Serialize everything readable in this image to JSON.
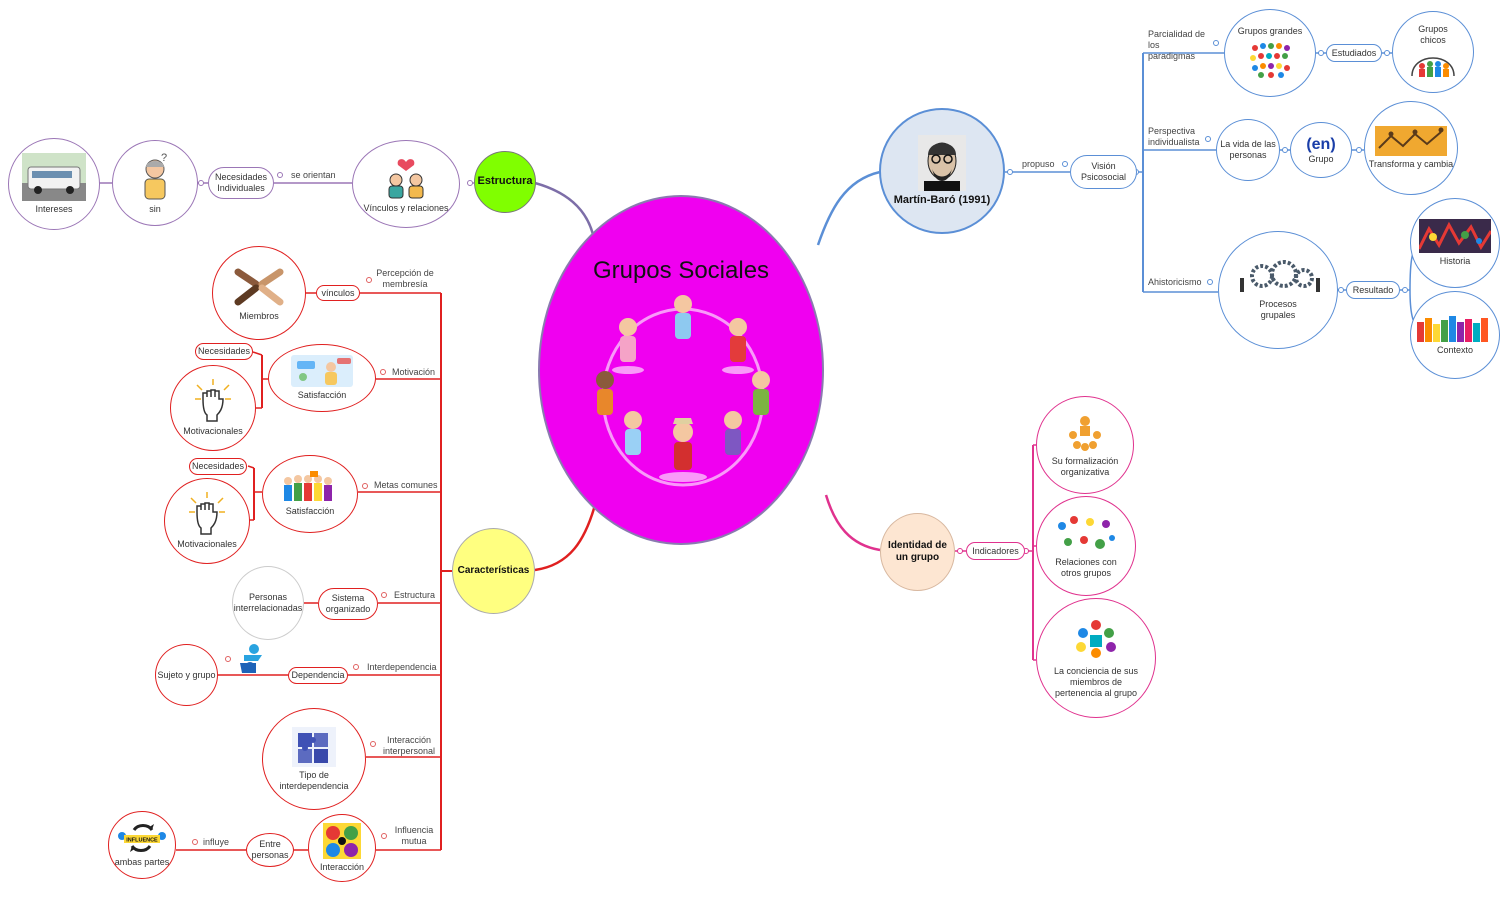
{
  "central": {
    "title": "Grupos Sociales"
  },
  "colors": {
    "magenta": "#f000f0",
    "estructura_green": "#80ff00",
    "caracteristicas_yellow": "#ffff80",
    "identidad_peach": "#fde6d2",
    "martin_blue": "#dde6f2",
    "blue_line": "#5b8fd6",
    "red_line": "#e02020",
    "purple_line": "#9b76b6",
    "pink_line": "#e0328e"
  },
  "estructura": {
    "label": "Estructura",
    "vinculos": "Vínculos y relaciones",
    "link_se_orientan": "se orientan",
    "necesidades": "Necesidades Individuales",
    "sin": "sin",
    "intereses": "Intereses"
  },
  "martin": {
    "label": "Martín-Baró (1991)",
    "link_propuso": "propuso",
    "vision": "Visión Psicosocial",
    "link_parcialidad": "Parcialidad de los paradigmas",
    "grupos_grandes": "Grupos grandes",
    "estudiados": "Estudiados",
    "grupos_chicos": "Grupos chicos",
    "link_perspectiva": "Perspectiva individualista",
    "vida_personas": "La vida de las personas",
    "en_logo": "(en)",
    "grupo": "Grupo",
    "transforma": "Transforma y cambia",
    "link_ahistoricismo": "Ahistoricismo",
    "procesos": "Procesos grupales",
    "resultado": "Resultado",
    "historia": "Historia",
    "contexto": "Contexto"
  },
  "identidad": {
    "label": "Identidad de un grupo",
    "indicadores": "Indicadores",
    "formalizacion": "Su formalización organizativa",
    "relaciones": "Relaciones con otros grupos",
    "conciencia": "La conciencia de sus miembros de pertenencia al grupo"
  },
  "caracteristicas": {
    "label": "Características",
    "percepcion": "Percepción de membresía",
    "vinculos": "vínculos",
    "miembros": "Miembros",
    "motivacion": "Motivación",
    "satisfaccion1": "Satisfacción",
    "necesidades1": "Necesidades",
    "motivacionales1": "Motivacionales",
    "metas": "Metas comunes",
    "satisfaccion2": "Satisfacción",
    "necesidades2": "Necesidades",
    "motivacionales2": "Motivacionales",
    "estructura": "Estructura",
    "sistema": "Sistema organizado",
    "personas": "Personas interrelacionadas",
    "interdependencia": "Interdependencia",
    "dependencia": "Dependencia",
    "sujeto": "Sujeto y grupo",
    "interaccion_interpersonal": "Interacción interpersonal",
    "tipo": "Tipo de interdependencia",
    "influencia": "Influencia mutua",
    "interaccion": "Interacción",
    "entre": "Entre personas",
    "influye": "influye",
    "ambas": "ambas partes",
    "influence_badge": "INFLUENCE"
  }
}
